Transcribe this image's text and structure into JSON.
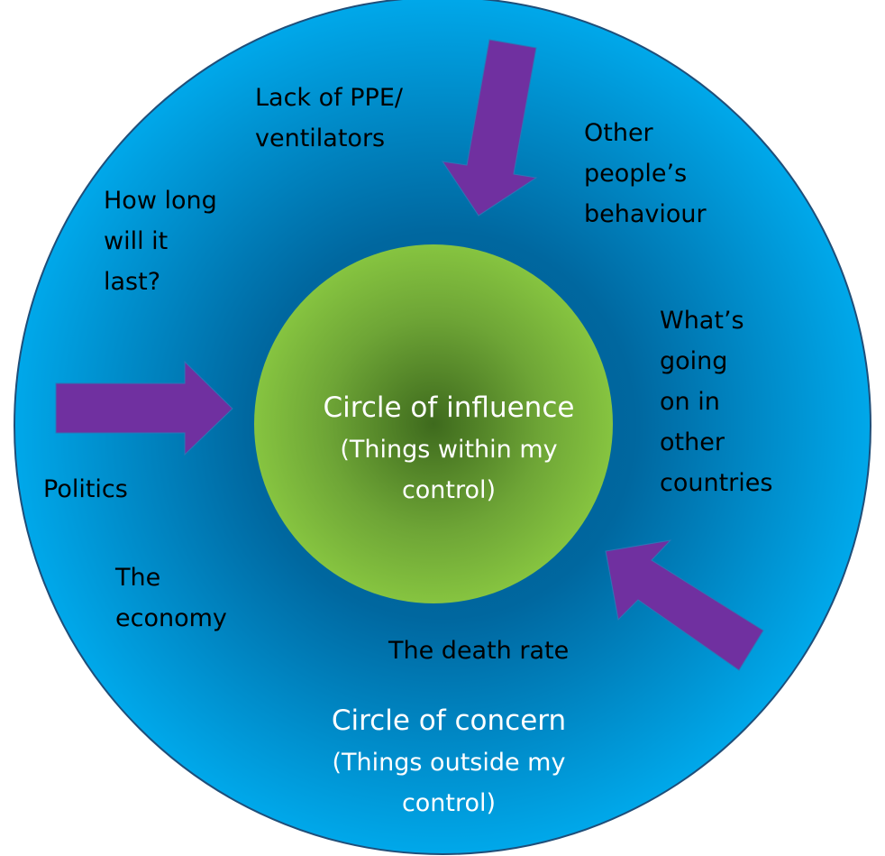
{
  "colors": {
    "outer_circle_light": "#00a8ea",
    "outer_circle_dark": "#005f95",
    "outer_circle_border": "#1f4e79",
    "inner_circle_light": "#86c440",
    "inner_circle_dark": "#3e6a1d",
    "arrow": "#7030a0",
    "arrow_border": "#2e75b6"
  },
  "inner_circle": {
    "title": "Circle of influence",
    "subtitle_line1": "(Things within my",
    "subtitle_line2": "control)"
  },
  "outer_circle": {
    "title": "Circle of concern",
    "subtitle_line1": "(Things outside my",
    "subtitle_line2": "control)"
  },
  "concerns": {
    "ppe": [
      "Lack of PPE/",
      "ventilators"
    ],
    "behaviour": [
      "Other",
      "people’s",
      "behaviour"
    ],
    "how_long": [
      "How long",
      "will it",
      "last?"
    ],
    "other_countries": [
      "What’s",
      "going",
      "on in",
      "other",
      "countries"
    ],
    "politics": [
      "Politics"
    ],
    "economy": [
      "The",
      "economy"
    ],
    "death_rate": [
      "The death rate"
    ]
  },
  "arrows": [
    {
      "name": "arrow-top",
      "direction": "down"
    },
    {
      "name": "arrow-left",
      "direction": "right"
    },
    {
      "name": "arrow-bottom-right",
      "direction": "up-left"
    }
  ]
}
